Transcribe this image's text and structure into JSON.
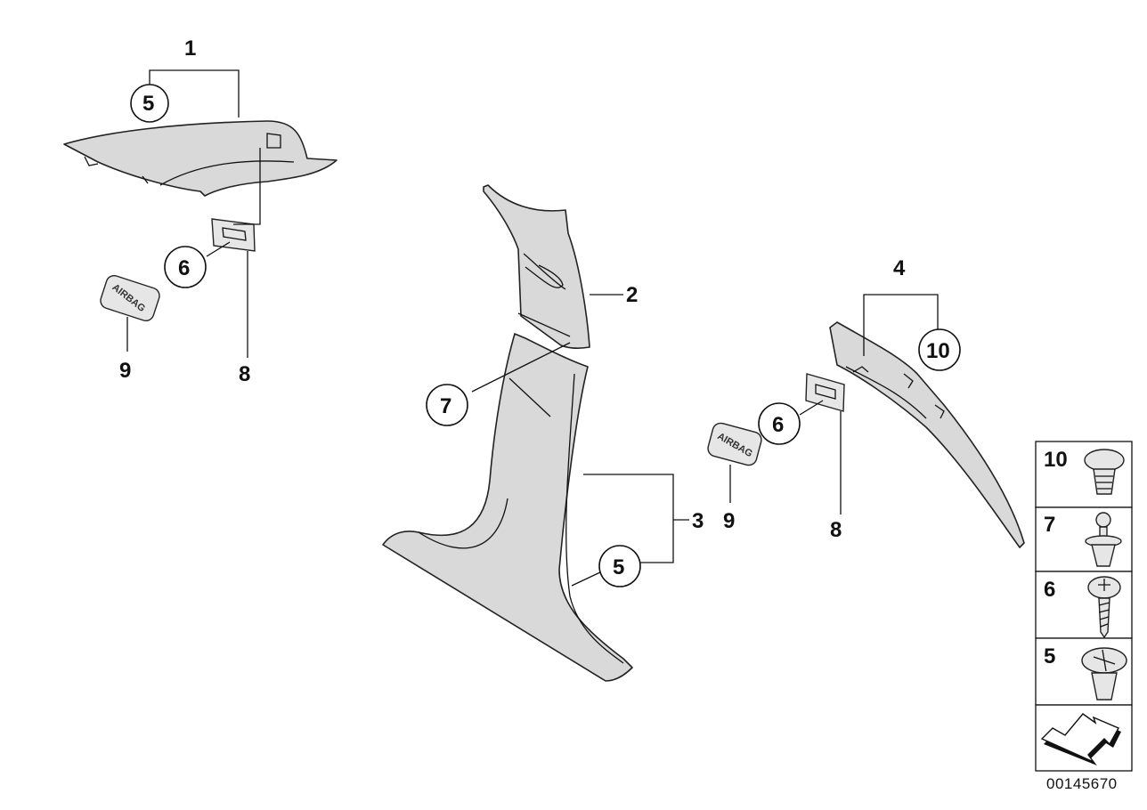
{
  "labels": {
    "assembly_1": "1",
    "assembly_2": "2",
    "assembly_3": "3",
    "assembly_4": "4",
    "clip_5_a": "5",
    "clip_5_b": "5",
    "bracket_6_a": "6",
    "bracket_6_b": "6",
    "clip_7": "7",
    "plate_8_a": "8",
    "plate_8_b": "8",
    "badge_9_a": "9",
    "badge_9_b": "9",
    "clip_10": "10"
  },
  "badge_text": "AIRBAG",
  "legend": {
    "items": [
      "10",
      "7",
      "6",
      "5"
    ]
  },
  "diagram_code": "00145670"
}
